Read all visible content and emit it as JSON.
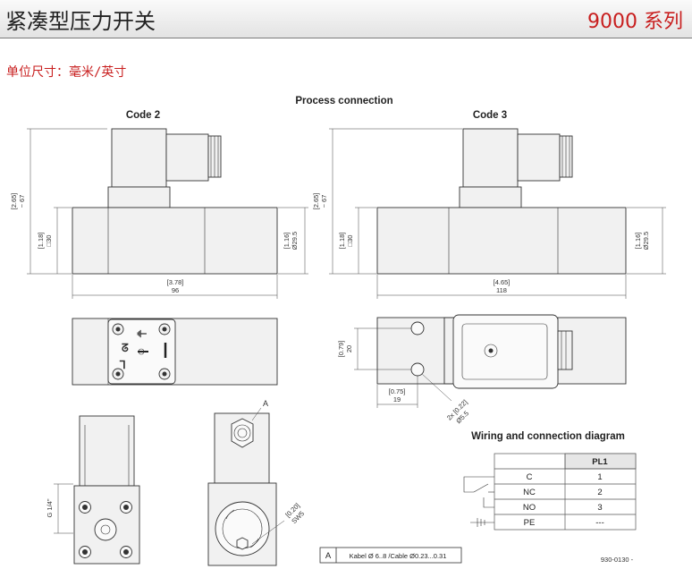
{
  "header": {
    "title": "紧凑型压力开关",
    "series": "9000 系列"
  },
  "units_label": "单位尺寸：毫米/英寸",
  "drawing": {
    "title": "Process connection",
    "left_view_title": "Code 2",
    "right_view_title": "Code 3",
    "dims": {
      "height_in": "[2.65]",
      "height_mm": "~ 67",
      "body_in": "[1.18]",
      "body_mm": "□30",
      "dia_in": "[1.16]",
      "dia_mm": "Ø29.5",
      "len2_in": "[3.78]",
      "len2_mm": "96",
      "len3_in": "[4.65]",
      "len3_mm": "118",
      "h20_in": "[0.79]",
      "h20_mm": "20",
      "w19_in": "[0.75]",
      "w19_mm": "19",
      "holes_in": "2x [0.22]",
      "holes_mm": "Ø5.5",
      "thread": "G 1/4\"",
      "sw_in": "[0.20]",
      "sw_mm": "SW5"
    },
    "callout": "A",
    "cable_note": {
      "key": "A",
      "text": "Kabel Ø 6..8 /Cable Ø0.23...0.31"
    },
    "doc_number": "930-0130 -"
  },
  "wiring": {
    "title": "Wiring and connection diagram",
    "column_header": "PL1",
    "rows": [
      {
        "label": "C",
        "value": "1"
      },
      {
        "label": "NC",
        "value": "2"
      },
      {
        "label": "NO",
        "value": "3"
      },
      {
        "label": "PE",
        "value": "---"
      }
    ]
  }
}
